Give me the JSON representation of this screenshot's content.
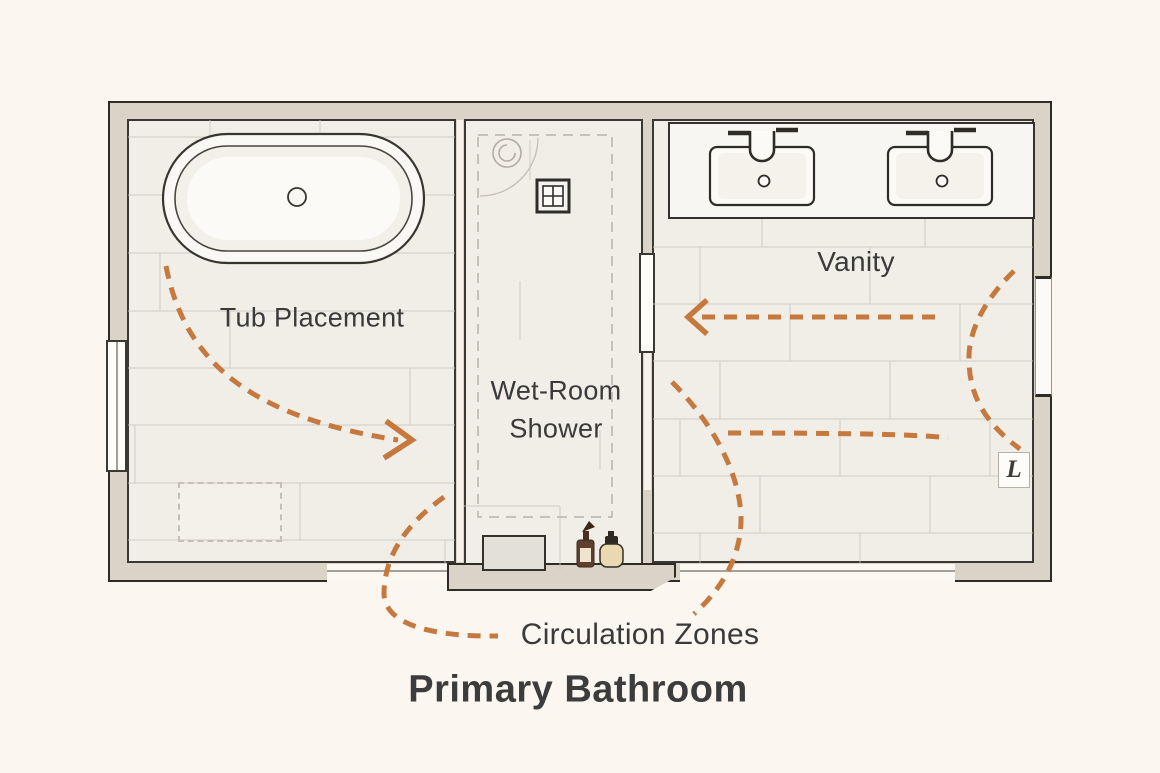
{
  "title": "Primary Bathroom",
  "plan": {
    "zones": {
      "tub": {
        "label": "Tub Placement"
      },
      "shower": {
        "label": "Wet-Room Shower",
        "label_lines": [
          "Wet-Room",
          "Shower"
        ]
      },
      "vanity": {
        "label": "Vanity"
      },
      "circulation": {
        "label": "Circulation Zones"
      }
    },
    "markers": {
      "corner_marker": "L"
    },
    "fixtures": [
      "freestanding-tub",
      "double-vanity-sinks",
      "wet-room-shower-head",
      "floor-drain",
      "shower-bench",
      "toiletry-bottles",
      "bath-mat"
    ]
  },
  "colors": {
    "accent": "#c5793f",
    "wall": "#d9d4c7",
    "floor": "#f1eee8",
    "ink": "#3a3a3a",
    "background": "#fbf7f0",
    "outline": "#2f2c27"
  }
}
